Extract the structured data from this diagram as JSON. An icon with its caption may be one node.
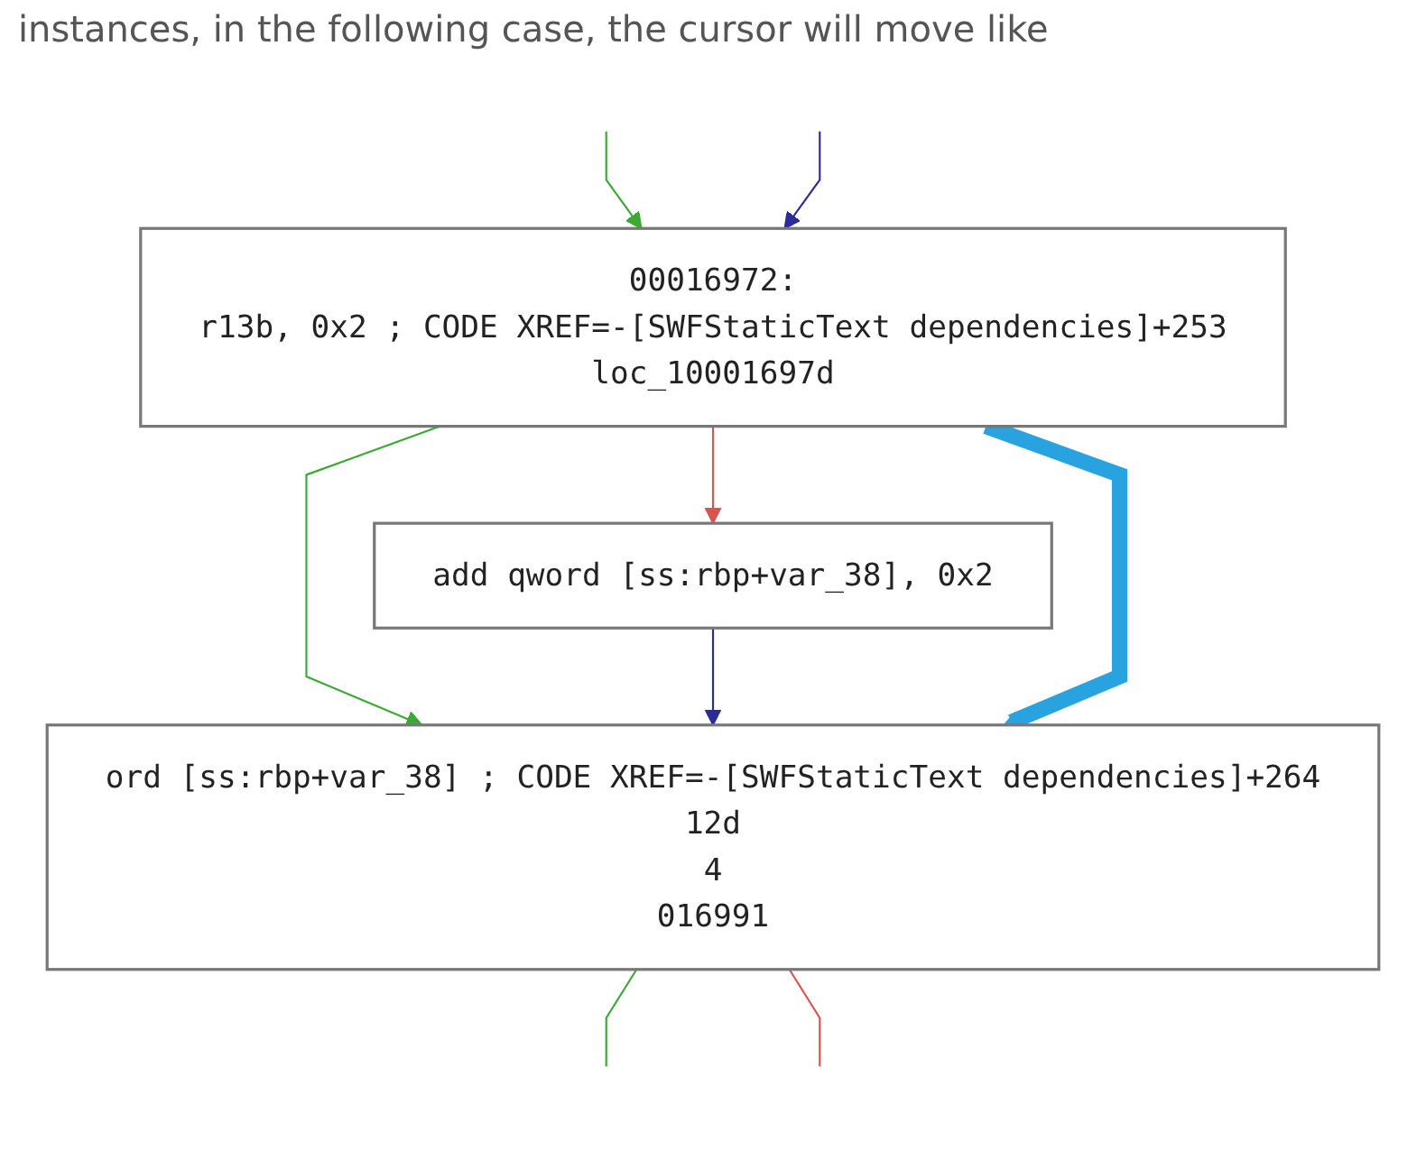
{
  "diagram": {
    "nodes": [
      {
        "text": [
          "00016972:",
          "r13b, 0x2 ; CODE XREF=-[SWFStaticText dependencies]+253",
          "loc_10001697d"
        ]
      },
      {
        "text": [
          "add qword [ss:rbp+var_38], 0x2"
        ]
      },
      {
        "text": [
          "ord [ss:rbp+var_38] ; CODE XREF=-[SWFStaticText dependencies]+264",
          "12d",
          "4",
          "016991"
        ]
      }
    ],
    "edges": [
      {
        "from": null,
        "to": 0,
        "arrow": "to",
        "color": "#3aaa35"
      },
      {
        "from": null,
        "to": 0,
        "arrow": "to",
        "color": "#2b2b9a"
      },
      {
        "from": 0,
        "to": 2,
        "arrow": "to",
        "color": "#3aaa35"
      },
      {
        "from": 0,
        "to": 1,
        "arrow": "to",
        "color": "#d9534f"
      },
      {
        "from": 1,
        "to": 2,
        "arrow": "to",
        "color": "#2b2b9a"
      },
      {
        "from": 0,
        "to": 2,
        "arrow": "to",
        "style": "thick",
        "color": "#29a3e0"
      },
      {
        "from": 2,
        "to": null,
        "arrow": "none",
        "color": "#3aaa35"
      },
      {
        "from": 2,
        "to": null,
        "arrow": "none",
        "color": "#d9534f"
      }
    ],
    "labels": [
      "instances, in the following case, the cursor will move like"
    ]
  }
}
